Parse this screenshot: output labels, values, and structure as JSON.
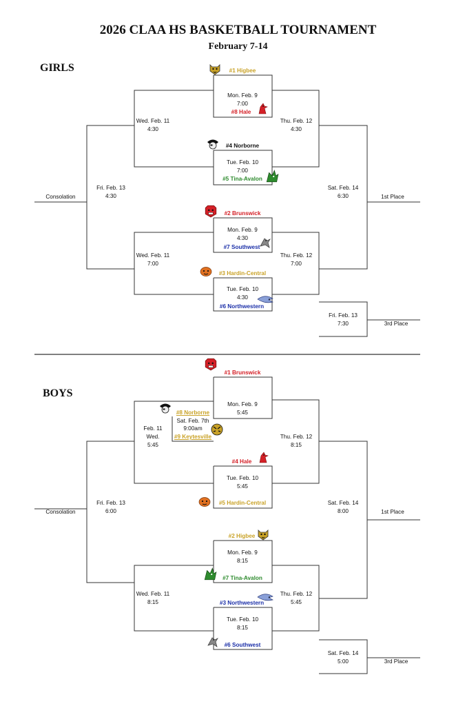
{
  "header": {
    "title": "2026 CLAA HS BASKETBALL TOURNAMENT",
    "subtitle": "February 7-14"
  },
  "colors": {
    "gold": "#c9a227",
    "red": "#d42027",
    "green": "#2e8b2e",
    "blue": "#1b2fa8",
    "orange": "#e07020",
    "line": "#333333"
  },
  "girls": {
    "label": "GIRLS",
    "teams": {
      "t1": "#1 Higbee",
      "t8": "#8 Hale",
      "t4": "#4 Norborne",
      "t5": "#5 Tina-Avalon",
      "t2": "#2 Brunswick",
      "t7": "#7 Southwest",
      "t3": "#3 Hardin-Central",
      "t6": "#6 Northwestern"
    },
    "games": {
      "g1": {
        "day": "Mon. Feb. 9",
        "time": "7:00"
      },
      "g2": {
        "day": "Tue. Feb. 10",
        "time": "7:00"
      },
      "g3": {
        "day": "Mon. Feb. 9",
        "time": "4:30"
      },
      "g4": {
        "day": "Tue. Feb. 10",
        "time": "4:30"
      },
      "lose1": {
        "day": "Wed. Feb. 11",
        "time": "4:30"
      },
      "lose2": {
        "day": "Wed. Feb. 11",
        "time": "7:00"
      },
      "win1": {
        "day": "Thu. Feb. 12",
        "time": "4:30"
      },
      "win2": {
        "day": "Thu. Feb. 12",
        "time": "7:00"
      },
      "cons": {
        "day": "Fri. Feb. 13",
        "time": "4:30"
      },
      "final": {
        "day": "Sat. Feb. 14",
        "time": "6:30"
      },
      "third": {
        "day": "Fri. Feb. 13",
        "time": "7:30"
      }
    },
    "labels": {
      "consolation": "Consolation",
      "first": "1st Place",
      "third": "3rd Place"
    }
  },
  "boys": {
    "label": "BOYS",
    "teams": {
      "t1": "#1 Brunswick",
      "t8": "#8 Norborne",
      "t9": "#9 Keytesville",
      "t4": "#4 Hale",
      "t5": "#5 Hardin-Central",
      "t2": "#2 Higbee",
      "t7": "#7 Tina-Avalon",
      "t3": "#3 Northwestern",
      "t6": "#6 Southwest"
    },
    "games": {
      "g0": {
        "day": "Sat. Feb. 7th",
        "time": "9:00am"
      },
      "g1": {
        "day": "Mon. Feb. 9",
        "time": "5:45"
      },
      "g2": {
        "day": "Tue. Feb. 10",
        "time": "5:45"
      },
      "g3": {
        "day": "Mon. Feb. 9",
        "time": "8:15"
      },
      "g4": {
        "day": "Tue. Feb. 10",
        "time": "8:15"
      },
      "lose1": {
        "line1": "Feb. 11",
        "line2": "Wed.",
        "time": "5:45"
      },
      "lose2": {
        "day": "Wed. Feb. 11",
        "time": "8:15"
      },
      "win1": {
        "day": "Thu. Feb. 12",
        "time": "8:15"
      },
      "win2": {
        "day": "Thu. Feb. 12",
        "time": "5:45"
      },
      "cons": {
        "day": "Fri. Feb. 13",
        "time": "6:00"
      },
      "final": {
        "day": "Sat. Feb. 14",
        "time": "8:00"
      },
      "third": {
        "day": "Sat. Feb. 14",
        "time": "5:00"
      }
    },
    "labels": {
      "consolation": "Consolation",
      "first": "1st Place",
      "third": "3rd Place"
    }
  },
  "icons": [
    "tiger-mascot-icon",
    "cardinal-mascot-icon",
    "pirate-mascot-icon",
    "dragon-mascot-icon",
    "bulldog-mascot-icon",
    "falcon-mascot-icon",
    "eagle-mascot-icon",
    "panther-mascot-icon",
    "tiger-stripe-mascot-icon"
  ]
}
